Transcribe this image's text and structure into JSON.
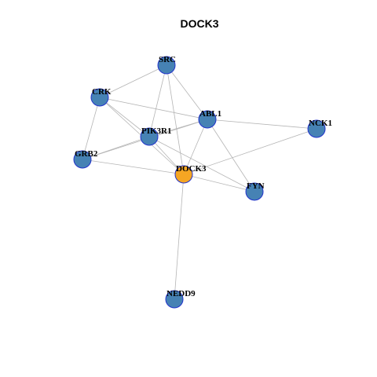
{
  "title": "DOCK3",
  "colors": {
    "node_default": "#4682b4",
    "node_focus": "#f5a623",
    "node_border": "#2233cc",
    "edge": "#b5b5b5"
  },
  "focus_node": "DOCK3",
  "nodes": [
    "SRC",
    "CRK",
    "ABL1",
    "NCK1",
    "PIK3R1",
    "GRB2",
    "DOCK3",
    "FYN",
    "NEDD9"
  ],
  "edges": [
    [
      "SRC",
      "CRK"
    ],
    [
      "SRC",
      "ABL1"
    ],
    [
      "SRC",
      "PIK3R1"
    ],
    [
      "SRC",
      "DOCK3"
    ],
    [
      "CRK",
      "ABL1"
    ],
    [
      "CRK",
      "PIK3R1"
    ],
    [
      "CRK",
      "GRB2"
    ],
    [
      "CRK",
      "DOCK3"
    ],
    [
      "ABL1",
      "NCK1"
    ],
    [
      "ABL1",
      "PIK3R1"
    ],
    [
      "ABL1",
      "GRB2"
    ],
    [
      "ABL1",
      "DOCK3"
    ],
    [
      "ABL1",
      "FYN"
    ],
    [
      "NCK1",
      "DOCK3"
    ],
    [
      "PIK3R1",
      "GRB2"
    ],
    [
      "PIK3R1",
      "DOCK3"
    ],
    [
      "PIK3R1",
      "FYN"
    ],
    [
      "GRB2",
      "DOCK3"
    ],
    [
      "DOCK3",
      "FYN"
    ],
    [
      "DOCK3",
      "NEDD9"
    ]
  ]
}
